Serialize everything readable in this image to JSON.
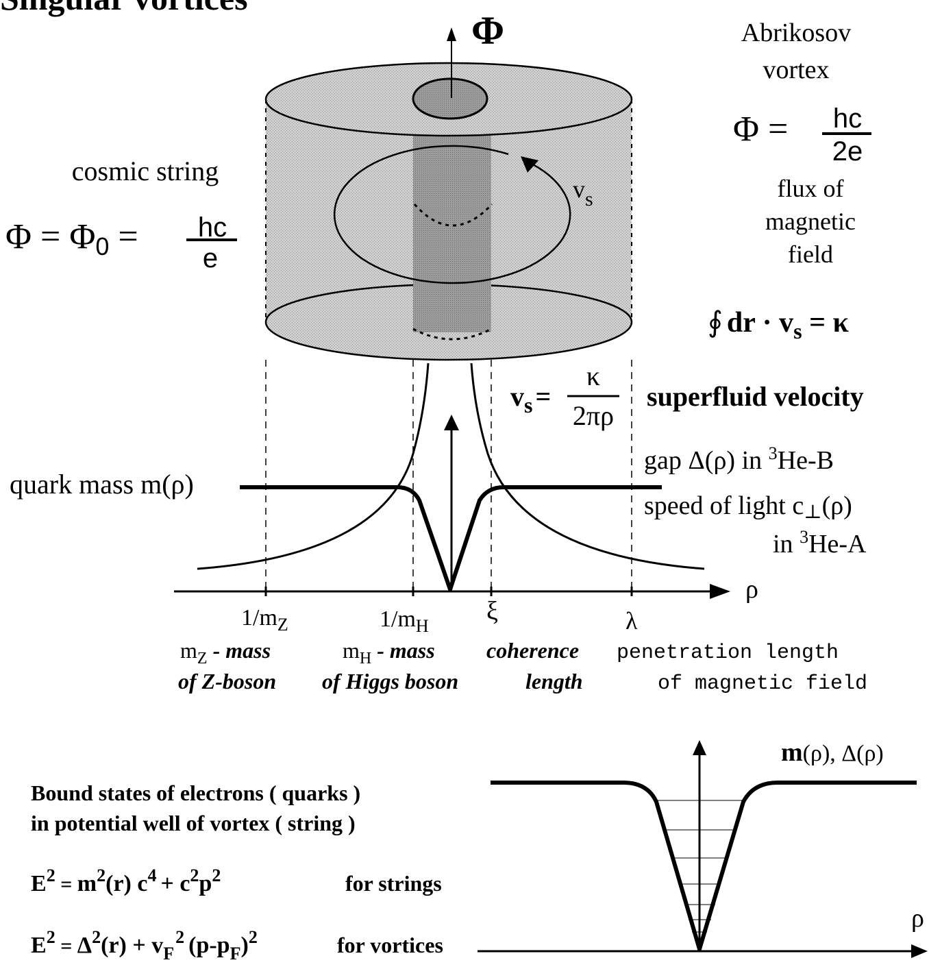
{
  "title": "Singular vortices",
  "flux_symbol": "Φ",
  "abrikosov": {
    "line1": "Abrikosov",
    "line2": "vortex",
    "phi": "Φ =",
    "num": "hc",
    "den": "2e",
    "flux_line1": "flux of",
    "flux_line2": "magnetic",
    "flux_line3": "field",
    "circulation_integral": "∮",
    "circulation_dr": "dr · v",
    "circulation_sub": "s",
    "circulation_rhs": " = κ"
  },
  "cosmic": {
    "label": "cosmic string",
    "phi": "Φ = Φ",
    "phi_sub": "0",
    "eq": " =",
    "num": "hc",
    "den": "e"
  },
  "vs_label": "v",
  "vs_sub": "s",
  "velocity": {
    "lhs": "v",
    "lhs_sub": "s",
    "eq": "=",
    "num": "κ",
    "den": "2πρ",
    "label": "superfluid velocity"
  },
  "gap": {
    "text_a": "gap Δ(ρ) in ",
    "sup": "3",
    "text_b": "He-B"
  },
  "light": {
    "line1": "speed of light  c",
    "perp": "⊥",
    "line1_b": "(ρ)",
    "line2_a": "in ",
    "sup": "3",
    "line2_b": "He-A"
  },
  "quark_mass": "quark mass m(ρ)",
  "rho_axis": "ρ",
  "ticks": {
    "mz_a": "1/m",
    "mz_sub": "Z",
    "mh_a": "1/m",
    "mh_sub": "H",
    "xi": "ξ",
    "lambda": "λ"
  },
  "desc": {
    "mz_a": "m",
    "mz_sub": "Z",
    "mz_b": " - mass",
    "mz_line2": "of Z-boson",
    "mh_a": "m",
    "mh_sub": "H",
    "mh_b": " - mass",
    "mh_line2": "of Higgs boson",
    "coh_line1": "coherence",
    "coh_line2": "length",
    "pen_line1": "penetration length",
    "pen_line2": "of magnetic field"
  },
  "bound": {
    "line1": "Bound states of electrons ( quarks )",
    "line2": "in potential well of vortex  ( string )",
    "eq1_label": "for strings",
    "eq2_label": "for vortices",
    "e": "E",
    "two": "2",
    "four": "4",
    "m": "m",
    "r": "(r) c",
    "plus_c": "+ c",
    "p": "p",
    "delta": "Δ",
    "r2": "(r) + v",
    "F": "F",
    "ppf": "(p-p",
    "close": ")",
    "eqs": " = ",
    "paren_close": ")"
  },
  "well": {
    "label_m": "m",
    "label_rest": "(ρ), Δ(ρ)",
    "rho": "ρ"
  }
}
